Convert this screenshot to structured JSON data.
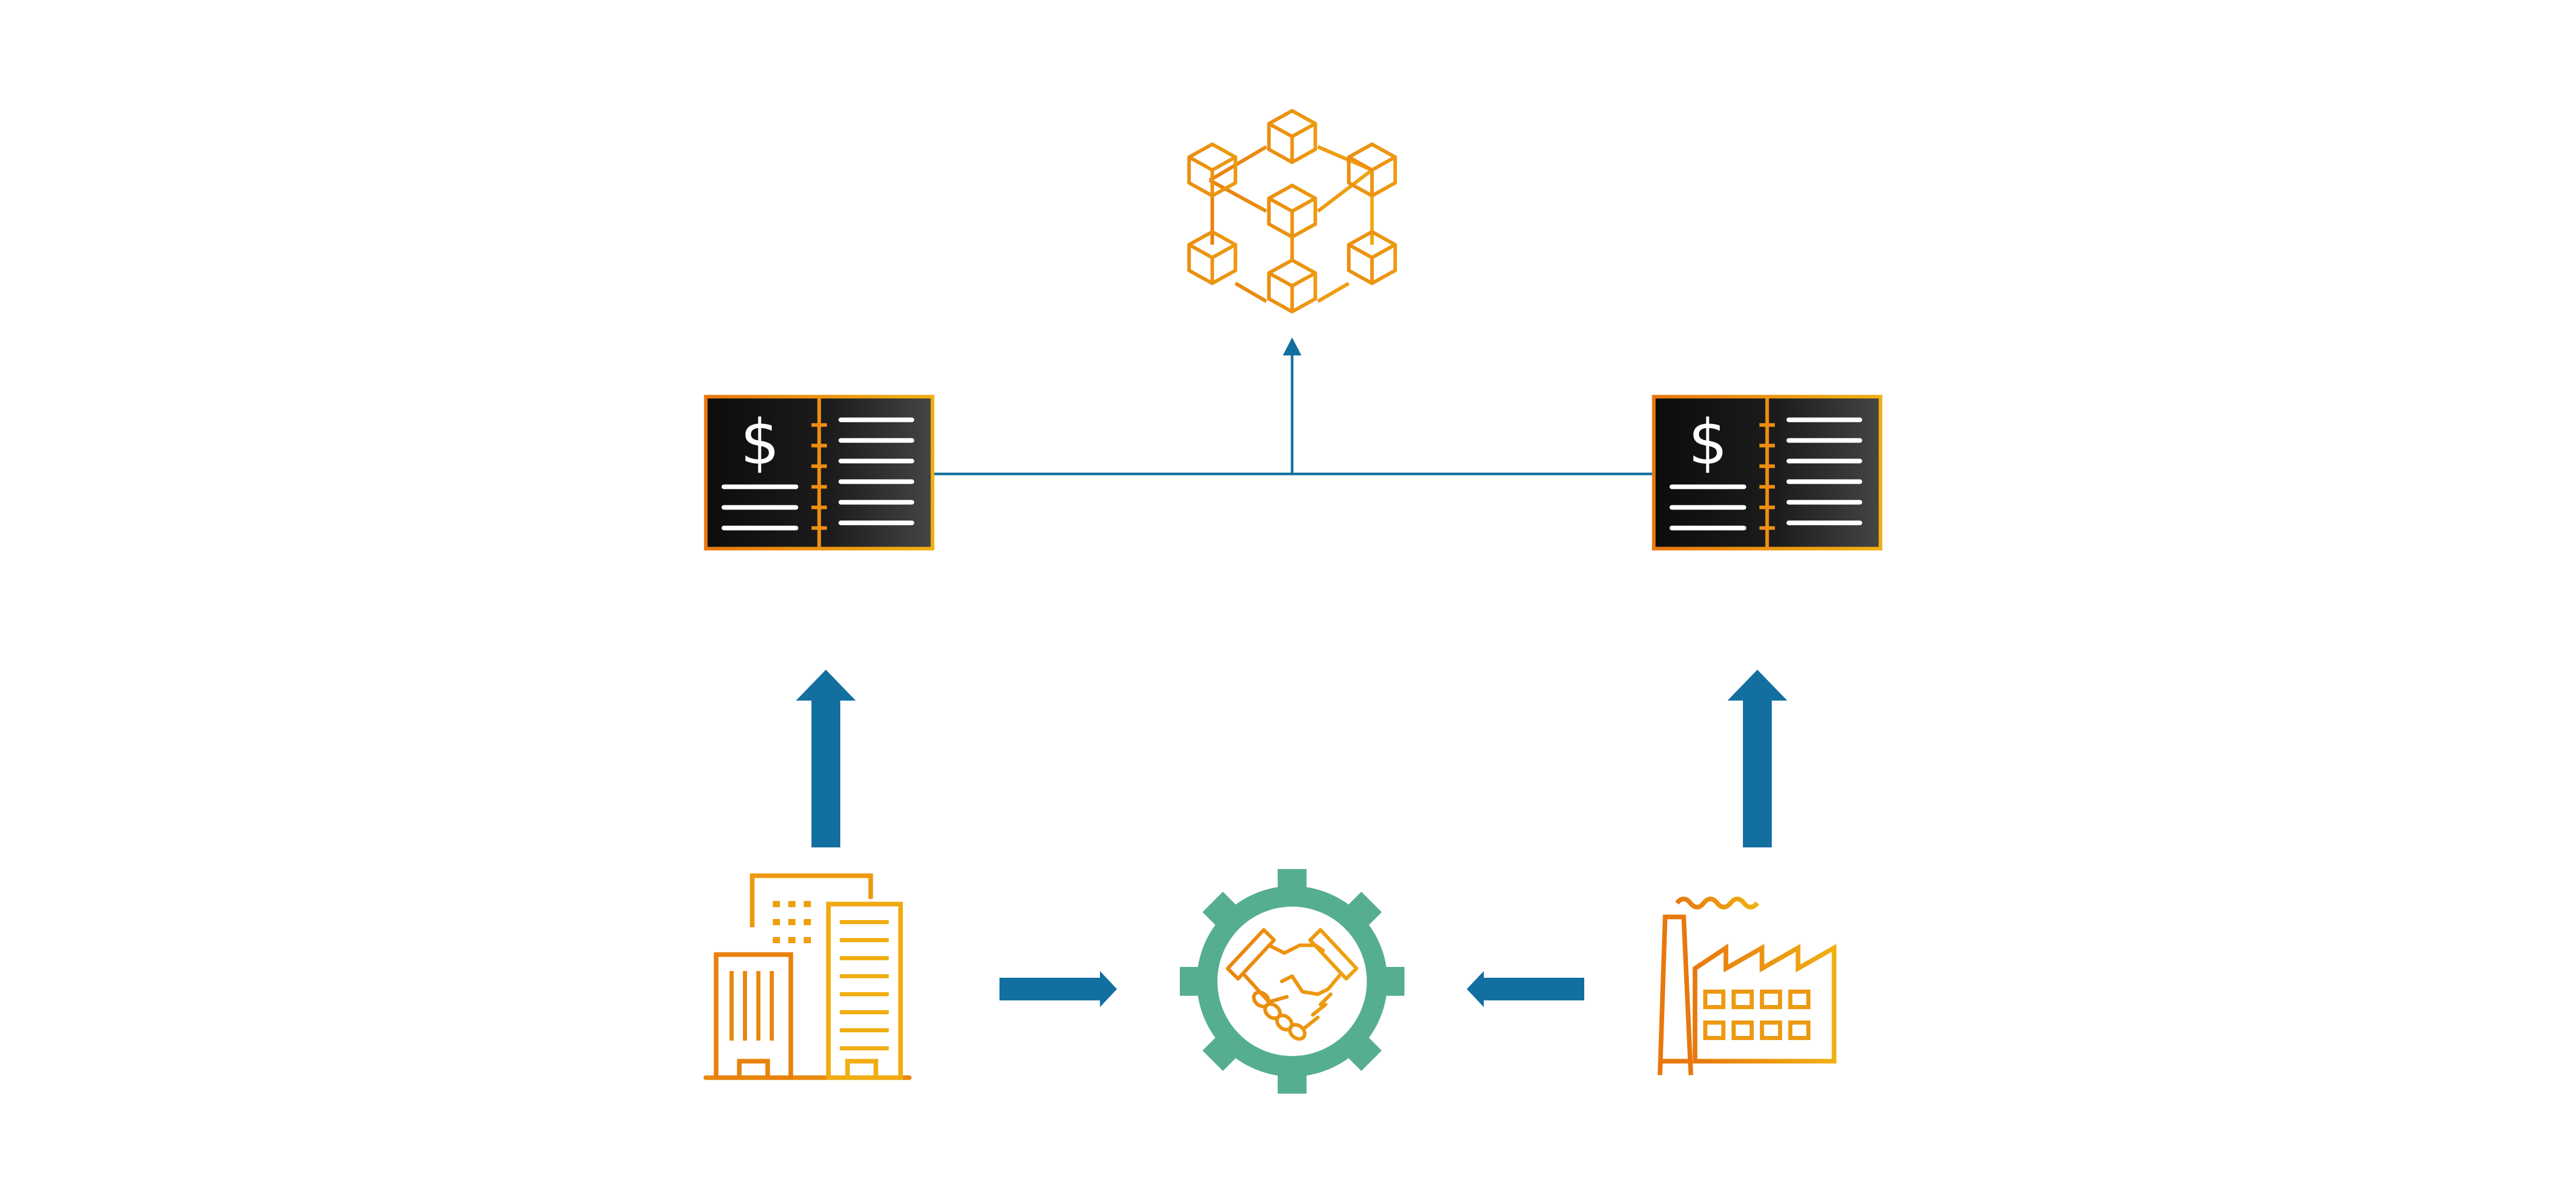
{
  "colors": {
    "background": "#ffffff",
    "arrow_blue": "#136fa0",
    "accent_orange_dark": "#e8780e",
    "accent_orange_light": "#f0b012",
    "gear_teal": "#56ae92",
    "ledger_dark": "#141414",
    "ledger_text": "#ffffff"
  },
  "ledgers": {
    "left": {
      "symbol": "$"
    },
    "right": {
      "symbol": "$"
    }
  },
  "icons": {
    "blockchain": "blockchain-cubes-icon",
    "ledger": "ledger-book-icon",
    "company": "office-buildings-icon",
    "partnership": "handshake-gear-icon",
    "factory": "factory-icon"
  },
  "connections": [
    {
      "from": "company",
      "to": "ledger-left",
      "style": "thick-arrow"
    },
    {
      "from": "factory",
      "to": "ledger-right",
      "style": "thick-arrow"
    },
    {
      "from": "company",
      "to": "partnership",
      "style": "thick-arrow"
    },
    {
      "from": "factory",
      "to": "partnership",
      "style": "thick-arrow"
    },
    {
      "from": "ledger-left",
      "to": "ledger-right",
      "style": "thin-line"
    },
    {
      "from": "ledger-link",
      "to": "blockchain",
      "style": "thin-arrow"
    }
  ]
}
